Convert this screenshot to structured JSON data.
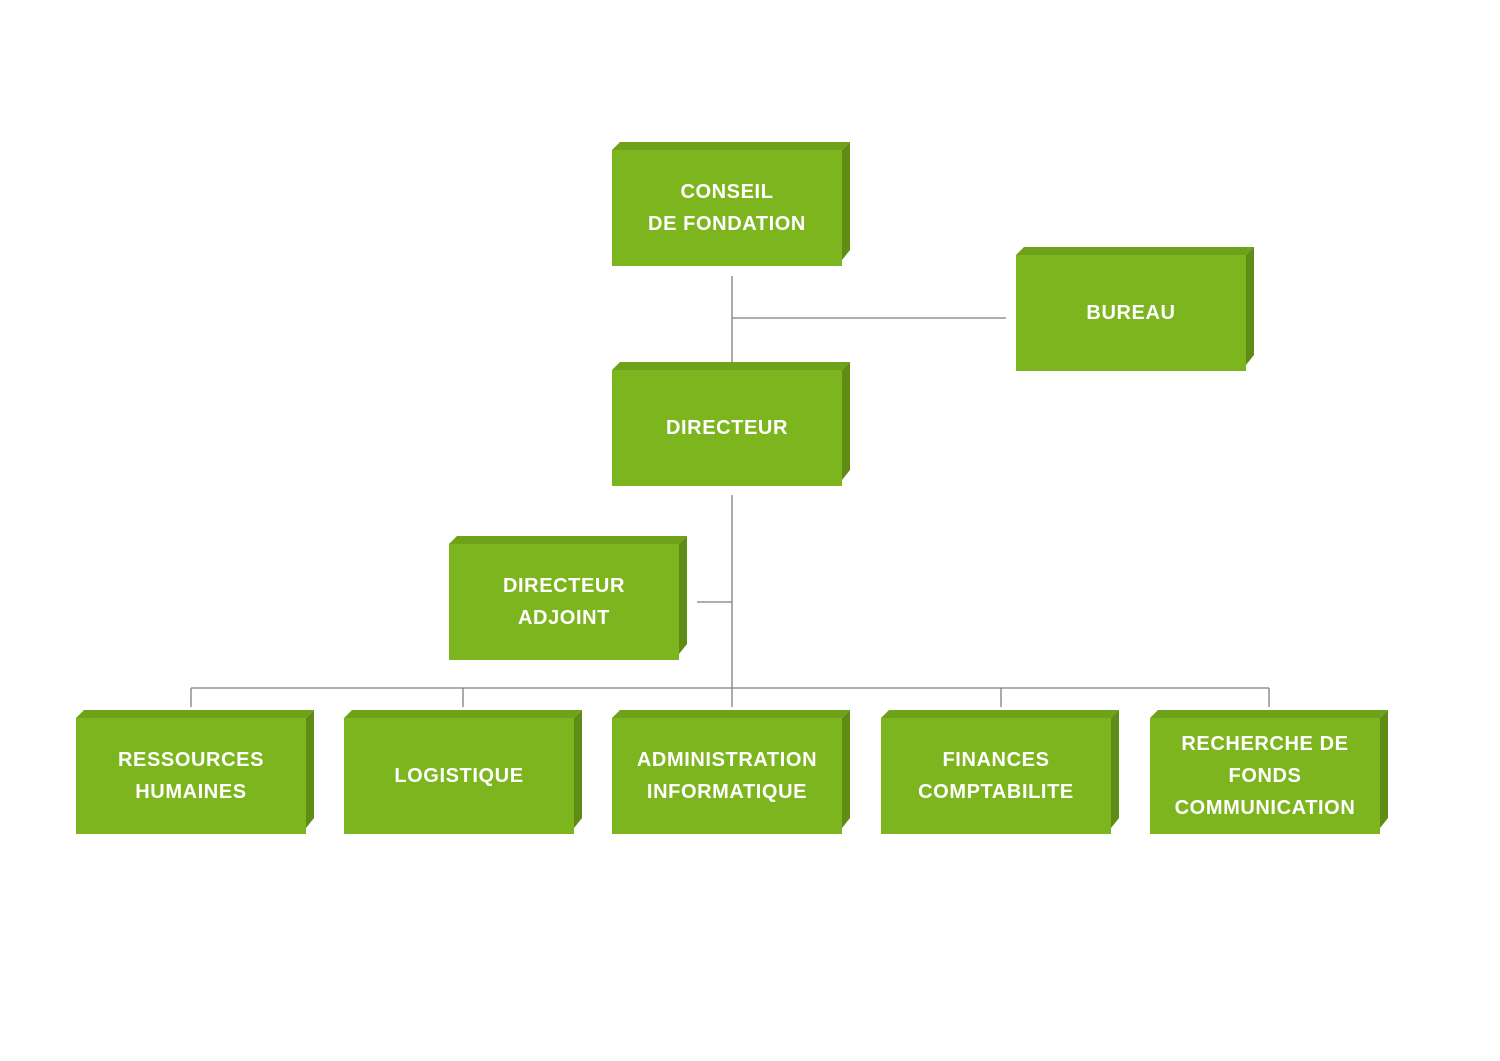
{
  "colors": {
    "front": "#7db51e",
    "top": "#6ea21a",
    "side": "#5e8c14",
    "connector": "#7f7f7f",
    "text": "#ffffff"
  },
  "nodes": {
    "conseil": {
      "lines": [
        "CONSEIL",
        "DE FONDATION"
      ]
    },
    "bureau": {
      "lines": [
        "BUREAU"
      ]
    },
    "directeur": {
      "lines": [
        "DIRECTEUR"
      ]
    },
    "adjoint": {
      "lines": [
        "DIRECTEUR",
        "ADJOINT"
      ]
    },
    "rh": {
      "lines": [
        "RESSOURCES",
        "HUMAINES"
      ]
    },
    "logistique": {
      "lines": [
        "LOGISTIQUE"
      ]
    },
    "admin": {
      "lines": [
        "ADMINISTRATION",
        "INFORMATIQUE"
      ]
    },
    "finances": {
      "lines": [
        "FINANCES",
        "COMPTABILITE"
      ]
    },
    "recherche": {
      "lines": [
        "RECHERCHE DE",
        "FONDS",
        "COMMUNICATION"
      ]
    }
  },
  "edges": [
    {
      "from": "conseil",
      "to": "directeur"
    },
    {
      "from": "conseil",
      "to": "bureau"
    },
    {
      "from": "directeur",
      "to": "adjoint"
    },
    {
      "from": "directeur",
      "to": "rh"
    },
    {
      "from": "directeur",
      "to": "logistique"
    },
    {
      "from": "directeur",
      "to": "admin"
    },
    {
      "from": "directeur",
      "to": "finances"
    },
    {
      "from": "directeur",
      "to": "recherche"
    }
  ]
}
